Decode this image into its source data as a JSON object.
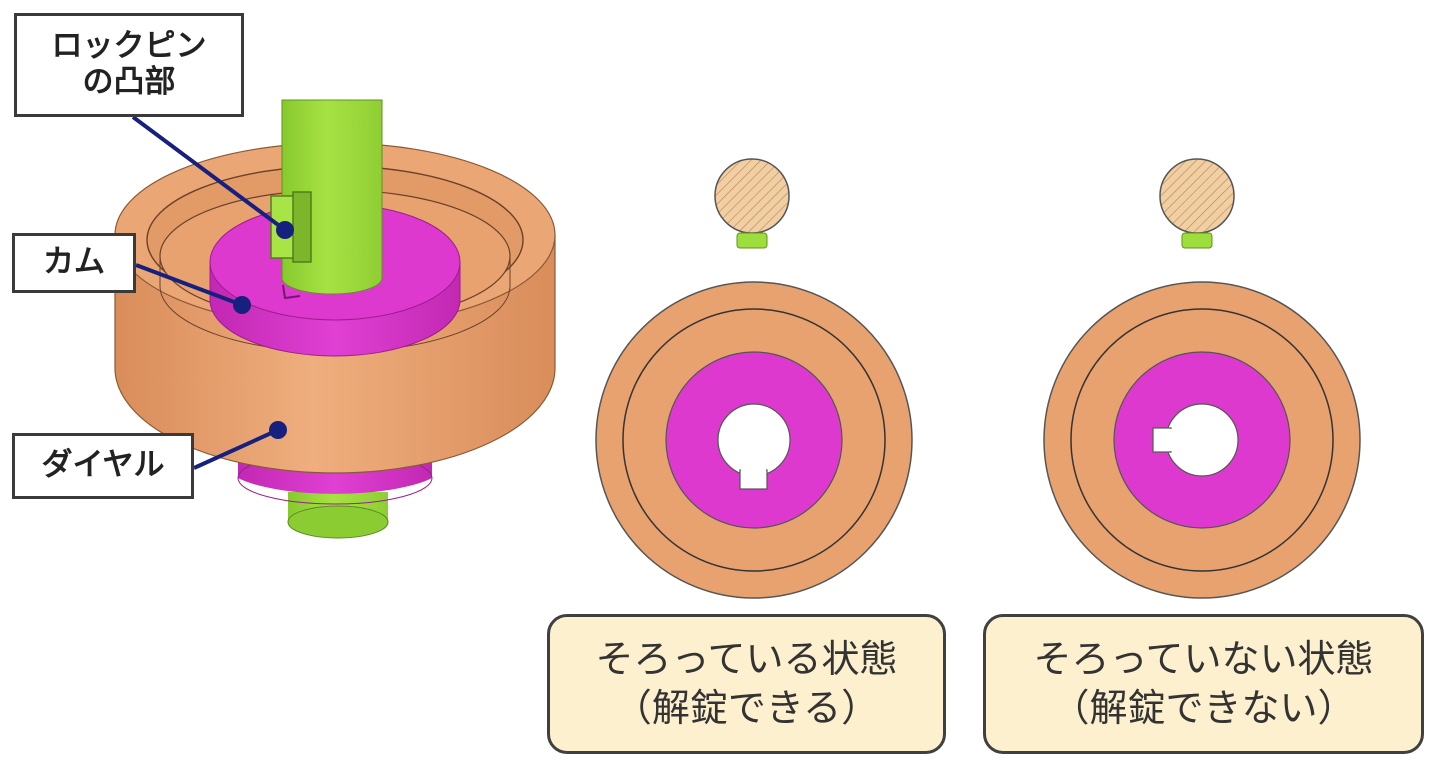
{
  "labels": {
    "lock_pin_protrusion": [
      "ロックピン",
      "の凸部"
    ],
    "cam": "カム",
    "dial": "ダイヤル"
  },
  "states": {
    "aligned": {
      "line1": "そろっている状態",
      "line2": "（解錠できる）"
    },
    "unaligned": {
      "line1": "そろっていない状態",
      "line2": "（解錠できない）"
    }
  },
  "colors": {
    "pin_green": "#9ddd3c",
    "cam_magenta": "#dd39cf",
    "dial_orange": "#e8a270",
    "pin_top_hatch": "#f2cfa2",
    "leader_navy": "#16207e",
    "state_bg": "#fdf0cf"
  }
}
